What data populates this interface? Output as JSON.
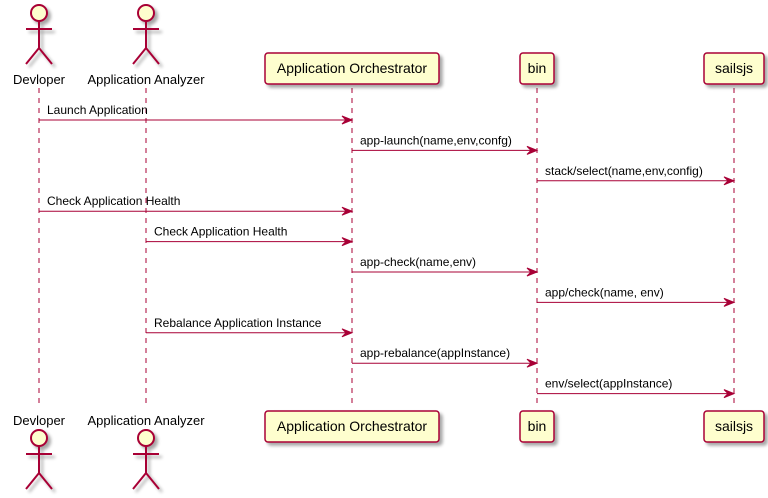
{
  "participants": [
    {
      "id": "dev",
      "name": "Devloper",
      "kind": "actor"
    },
    {
      "id": "analyzer",
      "name": "Application Analyzer",
      "kind": "actor"
    },
    {
      "id": "orch",
      "name": "Application Orchestrator",
      "kind": "box"
    },
    {
      "id": "bin",
      "name": "bin",
      "kind": "box"
    },
    {
      "id": "sails",
      "name": "sailsjs",
      "kind": "box"
    }
  ],
  "messages": [
    {
      "from": "dev",
      "to": "orch",
      "label": "Launch Application"
    },
    {
      "from": "orch",
      "to": "bin",
      "label": "app-launch(name,env,confg)"
    },
    {
      "from": "bin",
      "to": "sails",
      "label": "stack/select(name,env,config)"
    },
    {
      "from": "dev",
      "to": "orch",
      "label": "Check Application Health"
    },
    {
      "from": "analyzer",
      "to": "orch",
      "label": "Check Application Health"
    },
    {
      "from": "orch",
      "to": "bin",
      "label": "app-check(name,env)"
    },
    {
      "from": "bin",
      "to": "sails",
      "label": "app/check(name, env)"
    },
    {
      "from": "analyzer",
      "to": "orch",
      "label": "Rebalance Application Instance"
    },
    {
      "from": "orch",
      "to": "bin",
      "label": "app-rebalance(appInstance)"
    },
    {
      "from": "bin",
      "to": "sails",
      "label": "env/select(appInstance)"
    }
  ],
  "colors": {
    "line": "#A80036",
    "box_fill": "#FEFECE",
    "box_stroke": "#A80036",
    "actor_fill": "#FEFECE"
  }
}
